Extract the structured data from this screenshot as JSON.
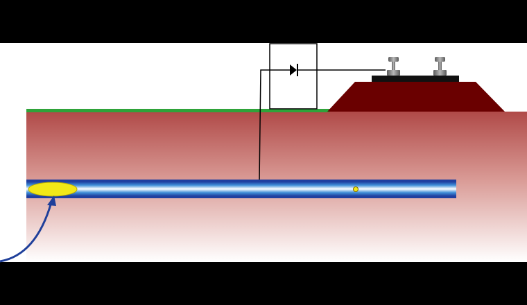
{
  "diagram": {
    "elements": [
      "ground-soil",
      "grass-surface",
      "railway-embankment",
      "rail-sleeper",
      "rail-left",
      "rail-right",
      "drainage-box",
      "diode-symbol",
      "connection-wire",
      "buried-pipeline",
      "coating-defect",
      "small-defect",
      "indicator-arrow"
    ],
    "colors": {
      "background_frame": "#000000",
      "canvas": "#ffffff",
      "soil_top": "#b04a48",
      "soil_bottom": "#ffffff",
      "grass": "#2fa33a",
      "embankment": "#6a0000",
      "sleeper": "#111111",
      "rail": "#8a8a8a",
      "pipe_edge": "#1f3fa0",
      "pipe_center": "#ffffff",
      "defect": "#f2e817",
      "arrow": "#1f3f9a",
      "wire": "#000000"
    }
  }
}
